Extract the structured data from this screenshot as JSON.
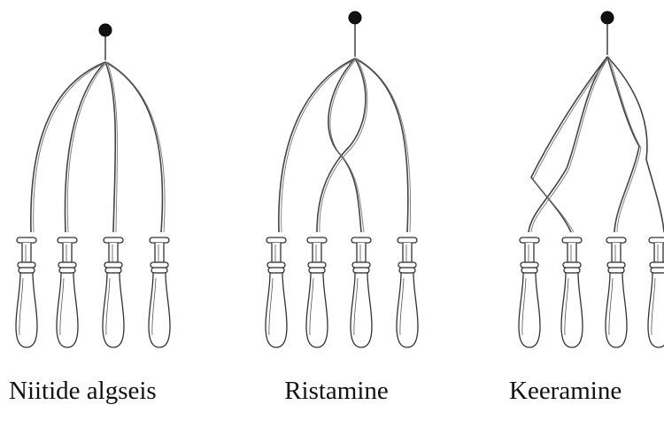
{
  "panels": [
    {
      "id": "initial",
      "caption": "Niitide algseis"
    },
    {
      "id": "cross",
      "caption": "Ristamine"
    },
    {
      "id": "twist",
      "caption": "Keeramine"
    }
  ]
}
